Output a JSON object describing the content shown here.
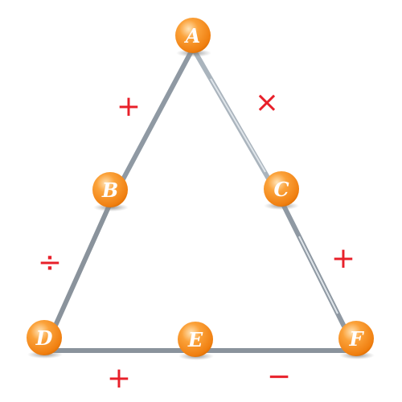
{
  "nodes": [
    {
      "id": "a",
      "label": "A"
    },
    {
      "id": "b",
      "label": "B"
    },
    {
      "id": "c",
      "label": "C"
    },
    {
      "id": "d",
      "label": "D"
    },
    {
      "id": "e",
      "label": "E"
    },
    {
      "id": "f",
      "label": "F"
    }
  ],
  "operators": [
    {
      "id": "ab",
      "symbol": "+"
    },
    {
      "id": "ac",
      "symbol": "×"
    },
    {
      "id": "bd",
      "symbol": "÷"
    },
    {
      "id": "cf",
      "symbol": "+"
    },
    {
      "id": "de",
      "symbol": "+"
    },
    {
      "id": "ef",
      "symbol": "−"
    }
  ],
  "colors": {
    "node_fill": "#f7931e",
    "node_highlight": "#ffd59a",
    "node_shadow": "#a0a0a0",
    "edge": "#8f99a3",
    "operator": "#e8202a",
    "node_text": "#ffffff"
  }
}
